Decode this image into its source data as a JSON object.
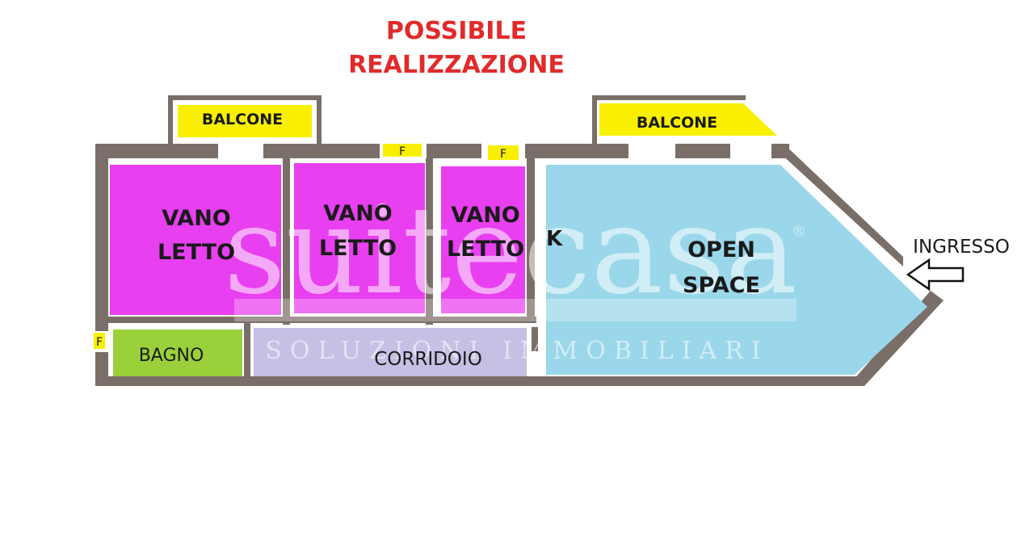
{
  "title": {
    "line1": "POSSIBILE",
    "line2": "REALIZZAZIONE"
  },
  "rooms": {
    "vano1": {
      "line1": "VANO",
      "line2": "LETTO"
    },
    "vano2": {
      "line1": "VANO",
      "line2": "LETTO"
    },
    "vano3": {
      "line1": "VANO",
      "line2": "LETTO"
    },
    "kitchen": "K",
    "open_space": {
      "line1": "OPEN",
      "line2": "SPACE"
    },
    "bagno": "BAGNO",
    "corridoio": "CORRIDOIO",
    "balcone_left": "BALCONE",
    "balcone_right": "BALCONE"
  },
  "windows": {
    "f1": "F",
    "f2": "F",
    "f3": "F"
  },
  "entrance": {
    "label": "INGRESSO",
    "arrow": "left-arrow-icon"
  },
  "watermark": {
    "brand": "suitecasa",
    "tagline": "SOLUZIONI IMMOBILIARI",
    "registered": "®"
  },
  "colors": {
    "bedroom": "#e83ff0",
    "open_space": "#9ad7ea",
    "bagno": "#9ad13a",
    "corridoio": "#c7bfe4",
    "balcone": "#f8f000",
    "wall": "#7a6e68",
    "title": "#e02b2b"
  }
}
